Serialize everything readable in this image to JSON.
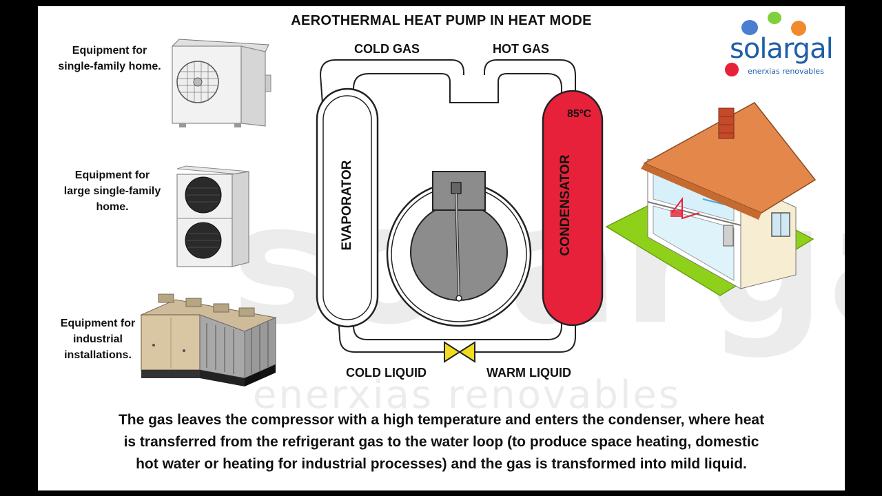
{
  "title": "AEROTHERMAL HEAT PUMP IN HEAT MODE",
  "logo": {
    "name": "solargal",
    "tagline": "enerxias renovables"
  },
  "watermark": {
    "big": "solargal",
    "small": "enerxias renovables"
  },
  "equipment": [
    {
      "lines": [
        "Equipment for",
        "single-family home."
      ]
    },
    {
      "lines": [
        "Equipment for",
        "large single-family",
        "home."
      ]
    },
    {
      "lines": [
        "Equipment for",
        "industrial",
        "installations."
      ]
    }
  ],
  "circuit": {
    "cold_gas": "COLD GAS",
    "hot_gas": "HOT GAS",
    "cold_liquid": "COLD LIQUID",
    "warm_liquid": "WARM LIQUID",
    "evaporator": "EVAPORATOR",
    "condensator": "CONDENSATOR",
    "temperature": "85ºC"
  },
  "caption": [
    "The gas leaves the compressor with a high temperature and enters the condenser, where heat",
    "is transferred from the refrigerant gas to the water loop (to produce space heating, domestic",
    "hot water or heating for industrial processes) and the gas is transformed into mild liquid."
  ],
  "colors": {
    "condenser": "#e8213a",
    "valve": "#f2dc1f",
    "compressor": "#8c8c8c",
    "grass": "#8fd11a",
    "roof": "#e4874a",
    "logo_blue": "#1f5ea8"
  }
}
